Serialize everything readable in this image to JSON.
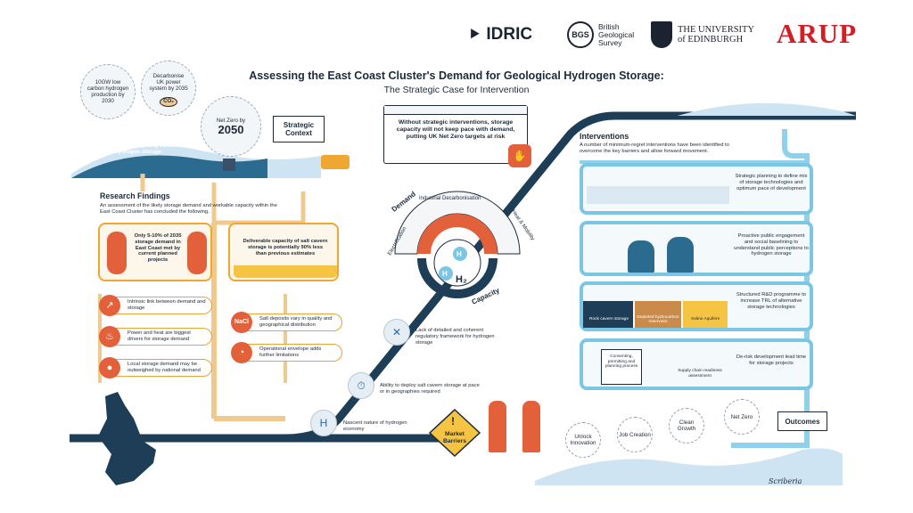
{
  "logos": {
    "idric": "IDRIC",
    "bgs_mark": "BGS",
    "bgs_text": [
      "British",
      "Geological",
      "Survey"
    ],
    "uoe_text": [
      "THE UNIVERSITY",
      "of EDINBURGH"
    ],
    "arup": "ARUP"
  },
  "title": "Assessing the East Coast Cluster's Demand for Geological Hydrogen Storage:",
  "subtitle": "The Strategic Case for Intervention",
  "context": {
    "bubble1": "10GW low carbon hydrogen production by 2030",
    "bubble2": "Decarbonise UK power system by 2035",
    "bubble2_co2": "CO₂",
    "netzero_label": "Net Zero by",
    "netzero_year": "2050",
    "underpinned": "All underpinned by long duration hydrogen storage",
    "strategic_context": "Strategic Context"
  },
  "warning": "Without strategic interventions, storage capacity will not keep pace with demand, putting UK Net Zero targets at risk",
  "research": {
    "title": "Research Findings",
    "intro": "An assessment of the likely storage demand and workable capacity within the East Coast Cluster has concluded the following.",
    "finding1": "Only 5-10% of 2035 storage demand in East Coast met by current planned projects",
    "finding2": "Deliverable capacity of salt cavern storage is potentially 90% less than previous estimates",
    "left_items": [
      "Intrinsic link between demand and storage",
      "Power and heat are biggest drivers for storage demand",
      "Local storage demand may be outweighed by national demand"
    ],
    "right_items": [
      "Salt deposits vary in quality and geographical distribution",
      "Operational envelope adds further limitations"
    ],
    "nacl": "NaCl"
  },
  "wheel": {
    "demand": "Demand",
    "capacity": "Capacity",
    "segments": [
      "Electrification",
      "Industrial Decarbonisation",
      "Heat & Mobility"
    ],
    "h2": "H₂",
    "h": "H"
  },
  "barriers": {
    "items": [
      "Lack of detailed and coherent regulatory framework for hydrogen storage",
      "Ability to deploy salt cavern storage at pace or in geographies required",
      "Nascent nature of hydrogen economy"
    ],
    "sign": "Market Barriers"
  },
  "interventions": {
    "title": "Interventions",
    "intro": "A number of minimum-regret interventions have been identified to overcome the key barriers and allow forward movement.",
    "items": [
      "Strategic planning to define mix of storage technologies and optimum pace of development",
      "Proactive public engagement and social baselining to understand public perceptions to hydrogen storage",
      "Structured R&D programme to increase TRL of alternative storage technologies",
      "De-risk development lead time for storage projects"
    ],
    "storage_labels": [
      "Rock cavern storage",
      "Depleted hydrocarbon reservoirs",
      "Saline Aquifers"
    ],
    "derisk_labels": [
      "Consenting, permitting and planning process",
      "Supply chain readiness assessment"
    ]
  },
  "outcomes": {
    "title": "Outcomes",
    "items": [
      "Unlock Innovation",
      "Job Creation",
      "Clean Growth",
      "Net Zero"
    ]
  },
  "signature": "Scriberia",
  "colors": {
    "navy": "#1d3e56",
    "orange": "#e2603a",
    "amber": "#f0a732",
    "light_blue": "#7bc6e4",
    "yellow": "#f6c443"
  }
}
